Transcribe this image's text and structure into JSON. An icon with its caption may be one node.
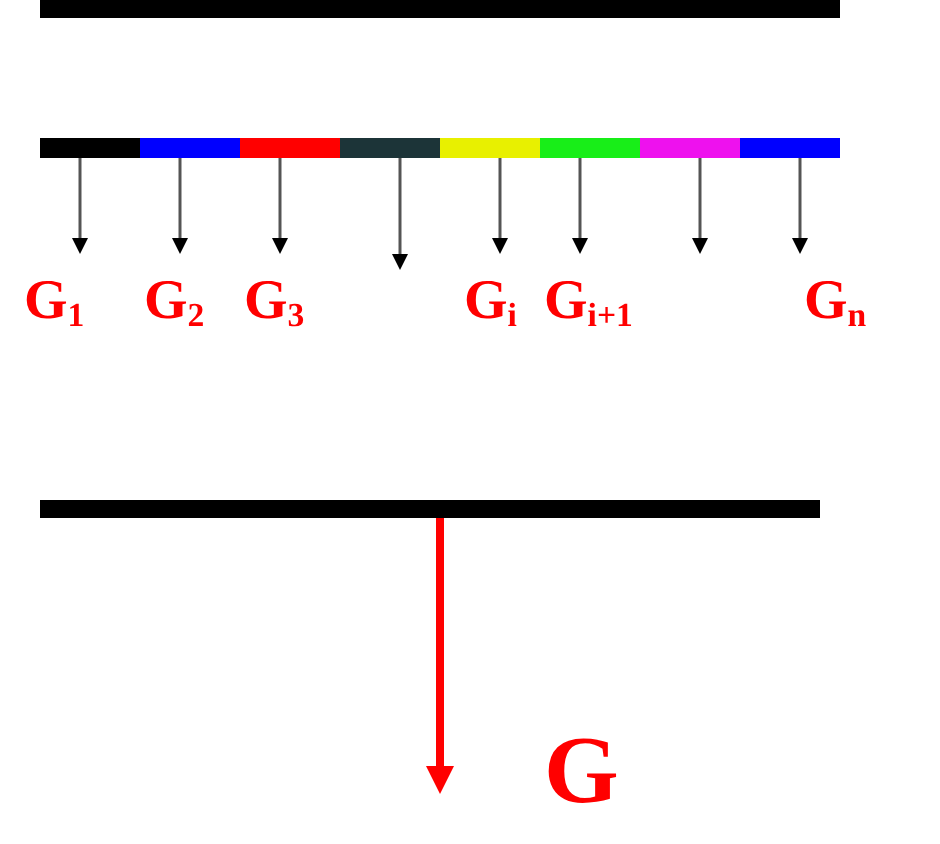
{
  "diagram": {
    "labels": [
      "G$_{1}$",
      "G$_{2}$",
      "G$_{3}$",
      "G$_{i}$",
      "G$_{i+1}$",
      "G$_{n}$",
      "G"
    ]
  }
}
